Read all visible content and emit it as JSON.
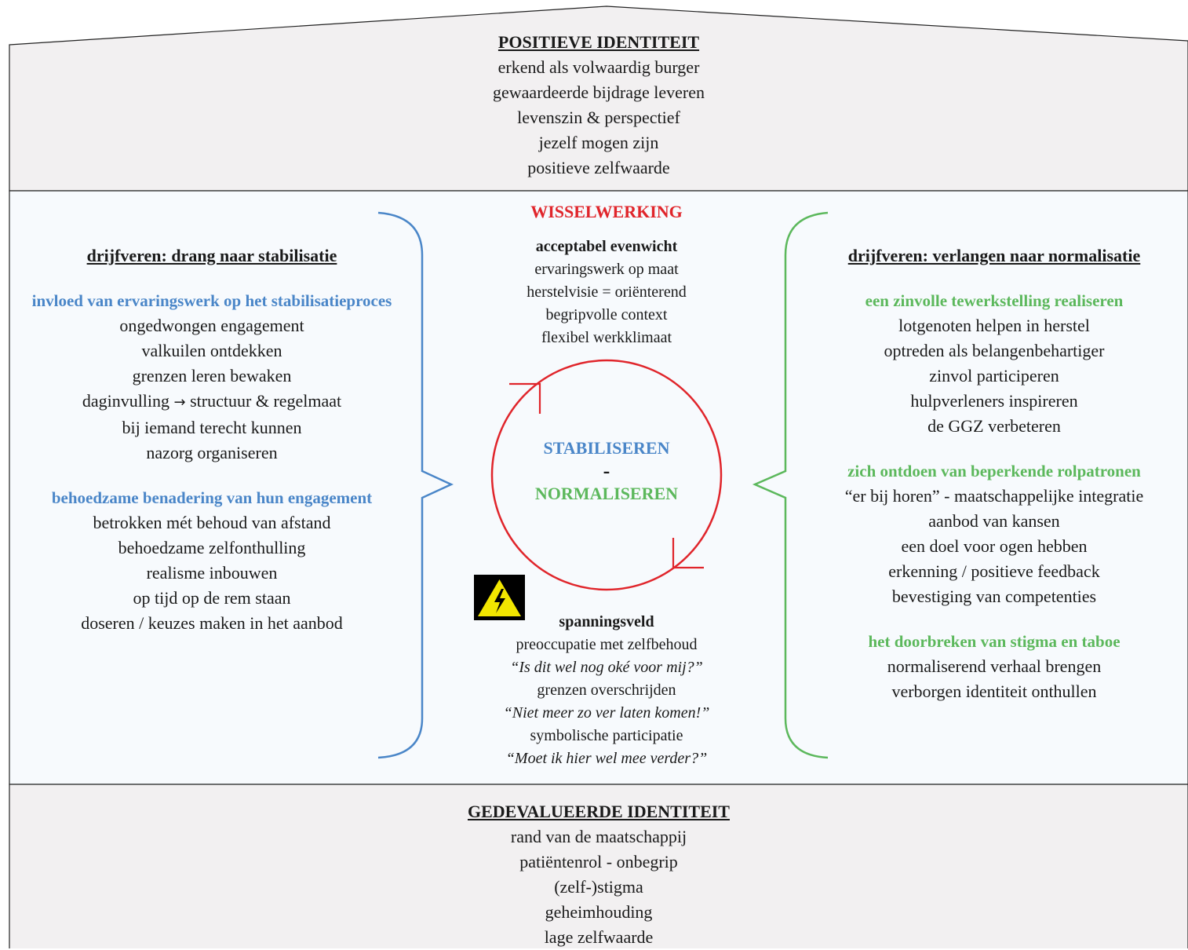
{
  "colors": {
    "band_fill": "#f2f0f1",
    "middle_fill": "#f7fafd",
    "blue": "#4a86c8",
    "green": "#5cb85c",
    "red": "#e0252b",
    "text": "#1a1a1a"
  },
  "top": {
    "title": "POSITIEVE IDENTITEIT",
    "lines": [
      "erkend als volwaardig burger",
      "gewaardeerde bijdrage leveren",
      "levenszin & perspectief",
      "jezelf mogen zijn",
      "positieve zelfwaarde"
    ]
  },
  "bottom": {
    "title": "GEDEVALUEERDE IDENTITEIT",
    "lines": [
      "rand van de maatschappij",
      "patiëntenrol - onbegrip",
      "(zelf-)stigma",
      "geheimhouding",
      "lage zelfwaarde"
    ]
  },
  "left": {
    "title": "drijfveren: drang naar stabilisatie",
    "g1_heading": "invloed van ervaringswerk op het stabilisatieproces",
    "g1_lines": [
      "ongedwongen engagement",
      "valkuilen ontdekken",
      "grenzen leren bewaken"
    ],
    "g1_arrow_pre": "daginvulling",
    "g1_arrow_post": "structuur & regelmaat",
    "g1_lines2": [
      "bij iemand terecht kunnen",
      "nazorg organiseren"
    ],
    "g2_heading": "behoedzame benadering van hun engagement",
    "g2_lines": [
      "betrokken mét behoud van afstand",
      "behoedzame zelfonthulling",
      "realisme inbouwen",
      "op tijd op de rem staan",
      "doseren / keuzes maken in het aanbod"
    ]
  },
  "right": {
    "title": "drijfveren: verlangen naar normalisatie",
    "g1_heading": "een zinvolle tewerkstelling realiseren",
    "g1_lines": [
      "lotgenoten helpen in herstel",
      "optreden als belangenbehartiger",
      "zinvol participeren",
      "hulpverleners inspireren",
      "de GGZ verbeteren"
    ],
    "g2_heading": "zich ontdoen van beperkende rolpatronen",
    "g2_lines": [
      "“er bij horen” - maatschappelijke integratie",
      "aanbod van kansen",
      "een doel voor ogen hebben",
      "erkenning / positieve feedback",
      "bevestiging van competenties"
    ],
    "g3_heading": "het doorbreken van stigma en taboe",
    "g3_lines": [
      "normaliserend verhaal brengen",
      "verborgen identiteit onthullen"
    ]
  },
  "center": {
    "heading": "WISSELWERKING",
    "sub_bold": "acceptabel evenwicht",
    "sub_lines": [
      "ervaringswerk op maat",
      "herstelvisie = oriënterend",
      "begripvolle context",
      "flexibel werkklimaat"
    ],
    "cycle_top": "STABILISEREN",
    "cycle_dash": "-",
    "cycle_bottom": "NORMALISEREN",
    "tension_title": "spanningsveld",
    "tension_lines": [
      {
        "text": "preoccupatie met zelfbehoud",
        "italic": false
      },
      {
        "text": "“Is dit wel nog oké voor mij?”",
        "italic": true
      },
      {
        "text": "grenzen overschrijden",
        "italic": false
      },
      {
        "text": "“Niet meer zo ver laten komen!”",
        "italic": true
      },
      {
        "text": "symbolische participatie",
        "italic": false
      },
      {
        "text": "“Moet ik hier wel mee verder?”",
        "italic": true
      }
    ],
    "warning_icon": "high-voltage-warning-icon"
  }
}
